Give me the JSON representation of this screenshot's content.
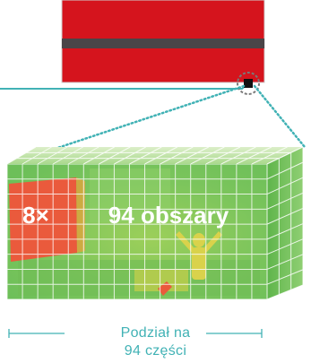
{
  "front_labels": {
    "multiplier": "8×",
    "areas": "94 obszary"
  },
  "caption": {
    "line1": "Podział na",
    "line2": "94 części"
  },
  "colors": {
    "accent": "#41b2b5",
    "module_red": "#d5141d",
    "module_stripe": "#4a4548",
    "heat_green": "#7dc95e",
    "heat_yellow": "#d9d24b",
    "heat_red": "#ea5a3c",
    "grid_line": "#e8f3d8",
    "label_text": "#ffffff"
  }
}
